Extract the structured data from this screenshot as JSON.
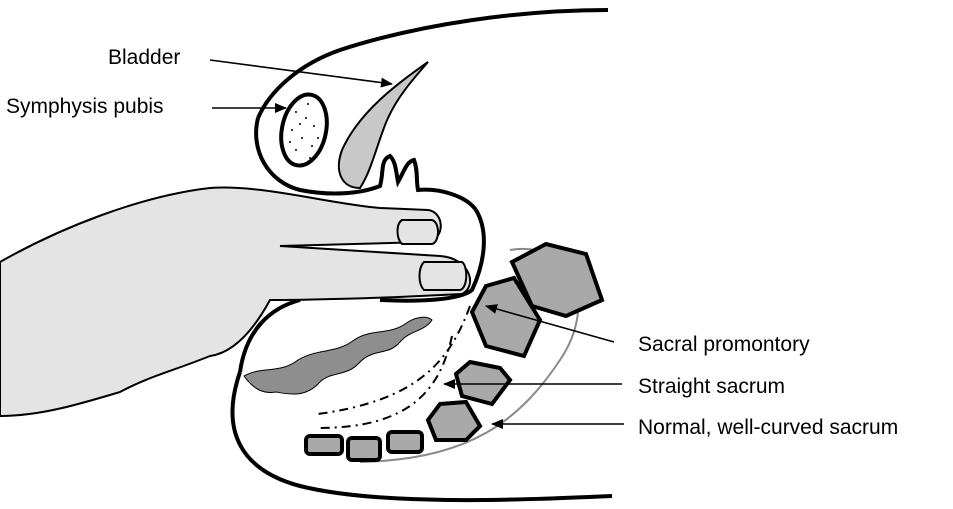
{
  "diagram": {
    "labels": {
      "bladder": "Bladder",
      "symphysis_pubis": "Symphysis pubis",
      "sacral_promontory": "Sacral promontory",
      "straight_sacrum": "Straight sacrum",
      "normal_sacrum": "Normal, well-curved sacrum"
    },
    "colors": {
      "outline": "#000000",
      "hand_fill": "#e4e4e4",
      "bone_fill": "#a9a9a9",
      "bladder_fill": "#c8c8c8",
      "rectum_fill": "#8e8e8e"
    }
  }
}
